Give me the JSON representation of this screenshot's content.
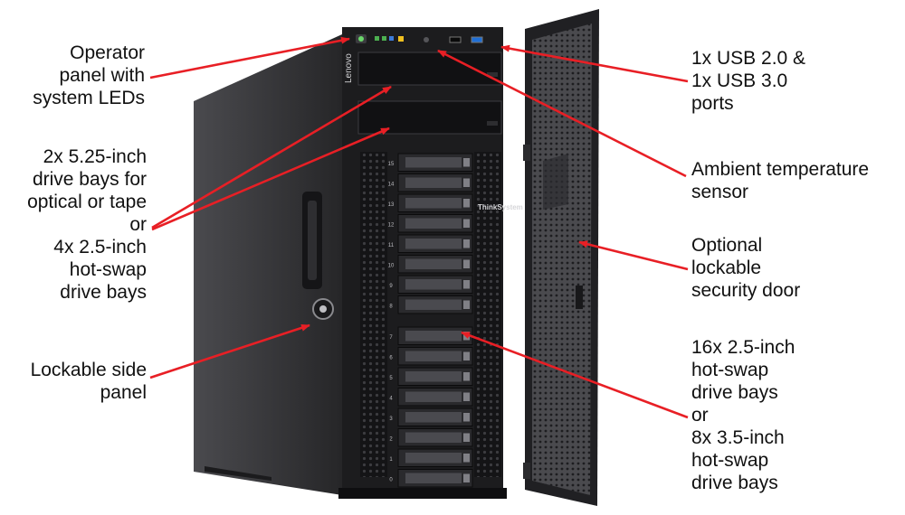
{
  "annotations": {
    "operator_panel": "Operator\npanel with\nsystem LEDs",
    "drive_bays_525": "2x 5.25-inch\ndrive bays for\noptical or tape\nor\n4x 2.5-inch\nhot-swap\ndrive bays",
    "side_panel": "Lockable side\npanel",
    "usb_ports": "1x USB 2.0 &\n1x USB 3.0\nports",
    "temp_sensor": "Ambient temperature\nsensor",
    "security_door": "Optional\nlockable\nsecurity door",
    "drive_bays_25": "16x 2.5-inch\nhot-swap\ndrive bays\nor\n8x 3.5-inch\nhot-swap\ndrive bays"
  },
  "branding": {
    "logo_text": "Lenovo",
    "product_text": "ThinkSystem"
  },
  "bay_numbers": [
    "15",
    "14",
    "13",
    "12",
    "11",
    "10",
    "9",
    "8",
    "7",
    "6",
    "5",
    "4",
    "3",
    "2",
    "1",
    "0"
  ],
  "colors": {
    "arrow": "#e81f25",
    "chassis": "#1c1c1e",
    "chassis_side": "#2a2a2c",
    "door_mesh": "#3a3a3d"
  }
}
